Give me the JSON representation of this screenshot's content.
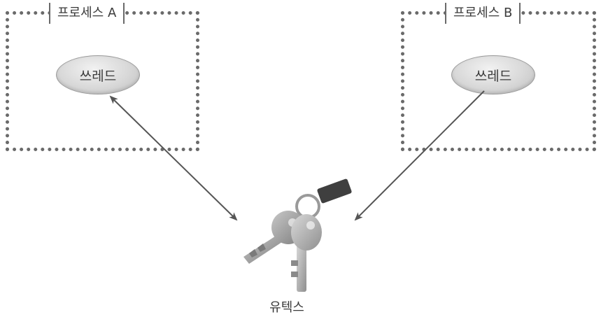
{
  "process_a": {
    "title": "프로세스 A",
    "thread_label": "쓰레드"
  },
  "process_b": {
    "title": "프로세스 B",
    "thread_label": "쓰레드"
  },
  "mutex": {
    "label": "유텍스",
    "icon": "keys-icon"
  }
}
